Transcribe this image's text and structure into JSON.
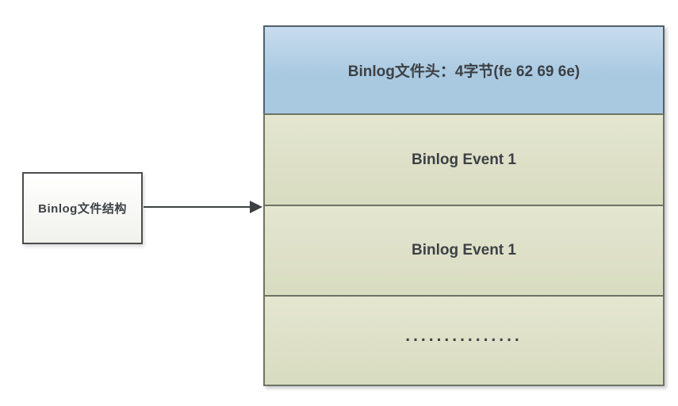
{
  "diagram": {
    "source_box": {
      "label": "Binlog文件结构"
    },
    "stack": [
      {
        "id": "file-header",
        "label": "Binlog文件头：4字节(fe 62 69 6e)",
        "type": "header"
      },
      {
        "id": "event-1",
        "label": "Binlog Event 1",
        "type": "event"
      },
      {
        "id": "event-2",
        "label": "Binlog Event 1",
        "type": "event"
      },
      {
        "id": "more-events",
        "label": "...............",
        "type": "event"
      }
    ],
    "colors": {
      "header_fill": "#a9c9e1",
      "header_border": "#51606b",
      "event_fill": "#d8dcc0",
      "event_border": "#6d7364",
      "source_fill": "#f1f1ec",
      "source_border": "#4c4c4c",
      "arrow": "#3d4042",
      "text": "#3d4145"
    }
  }
}
